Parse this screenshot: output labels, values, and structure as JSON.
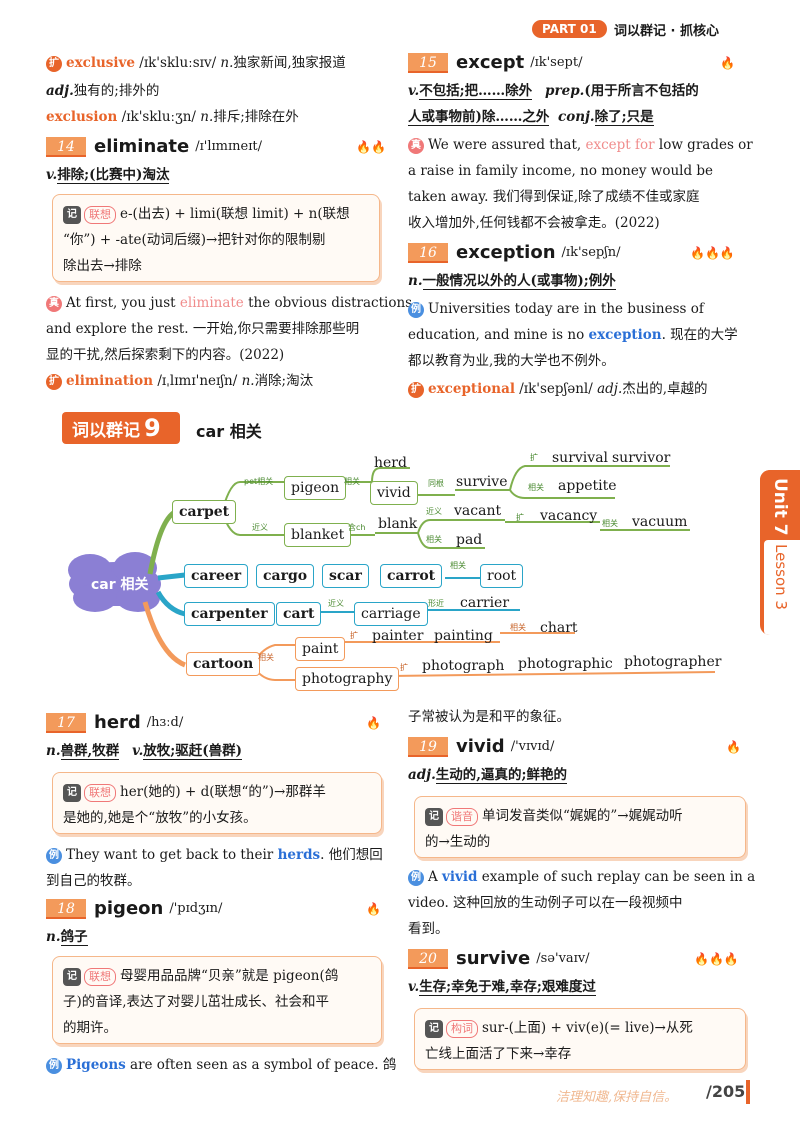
{
  "header": {
    "tag": "PART 01",
    "title": "词以群记 · 抓核心"
  },
  "side_tab": {
    "unit": "Unit 7",
    "lesson": "Lesson 3"
  },
  "left_top": {
    "exclusive": {
      "word": "exclusive",
      "ipa": "/ɪk'skluːsɪv/",
      "pos": "n.",
      "def": "独家新闻,独家报道",
      "adj_pos": "adj.",
      "adj_def": "独有的;排外的"
    },
    "exclusion": {
      "word": "exclusion",
      "ipa": "/ɪk'skluːʒn/",
      "pos": "n.",
      "def": "排斥;排除在外"
    }
  },
  "entries": {
    "e14": {
      "num": "14",
      "word": "eliminate",
      "ipa": "/ɪ'lɪmɪneɪt/",
      "def_pos": "v.",
      "def": "排除;(比赛中)淘汰",
      "mem_label": "联想",
      "mem": [
        "e-(出去) + limi(联想 limit) + n(联想",
        "“你”) + -ate(动词后缀)→把针对你的限制剔",
        "除出去→排除"
      ],
      "ex_pre": "At first, you just ",
      "ex_word": "eliminate",
      "ex_post": " the obvious distractions",
      "ex2": "and explore the rest. 一开始,你只需要排除那些明",
      "ex3": "显的干扰,然后探索剩下的内容。(2022)",
      "der_word": "elimination",
      "der_ipa": "/ɪˌlɪmɪ'neɪʃn/",
      "der_pos": "n.",
      "der_def": "消除;淘汰"
    },
    "e15": {
      "num": "15",
      "word": "except",
      "ipa": "/ɪk'sept/",
      "def1_pos": "v.",
      "def1": "不包括;把……除外",
      "def2_pos": "prep.",
      "def2": "(用于所言不包括的",
      "def3": "人或事物前)除……之外",
      "def4_pos": "conj.",
      "def4": "除了;只是",
      "ex1_pre": "We were assured that, ",
      "ex1_word": "except for",
      "ex1_post": " low grades or",
      "ex2": "a raise in family income, no money would be",
      "ex3": "taken away. 我们得到保证,除了成绩不佳或家庭",
      "ex4": "收入增加外,任何钱都不会被拿走。(2022)"
    },
    "e16": {
      "num": "16",
      "word": "exception",
      "ipa": "/ɪk'sepʃn/",
      "def_pos": "n.",
      "def": "一般情况以外的人(或事物);例外",
      "ex1": "Universities today are in the business of",
      "ex2_pre": "education, and mine is no ",
      "ex2_word": "exception",
      "ex2_post": ". 现在的大学",
      "ex3": "都以教育为业,我的大学也不例外。",
      "der_word": "exceptional",
      "der_ipa": "/ɪk'sepʃənl/",
      "der_pos": "adj.",
      "der_def": "杰出的,卓越的"
    },
    "e17": {
      "num": "17",
      "word": "herd",
      "ipa": "/hɜːd/",
      "def1_pos": "n.",
      "def1": "兽群,牧群",
      "def2_pos": "v.",
      "def2": "放牧;驱赶(兽群)",
      "mem_label": "联想",
      "mem": [
        "her(她的) + d(联想“的”)→那群羊",
        "是她的,她是个“放牧”的小女孩。"
      ],
      "ex_pre": "They want to get back to their ",
      "ex_word": "herds",
      "ex_post": ". 他们想回",
      "ex2": "到自己的牧群。"
    },
    "e18": {
      "num": "18",
      "word": "pigeon",
      "ipa": "/'pɪdʒɪn/",
      "def_pos": "n.",
      "def": "鸽子",
      "mem_label": "联想",
      "mem": [
        "母婴用品品牌“贝亲”就是 pigeon(鸽",
        "子)的音译,表达了对婴儿茁壮成长、社会和平",
        "的期许。"
      ],
      "ex_word": "Pigeons",
      "ex_post": " are often seen as a symbol of peace. 鸽",
      "ex2": "子常被认为是和平的象征。"
    },
    "e19": {
      "num": "19",
      "word": "vivid",
      "ipa": "/'vɪvɪd/",
      "def_pos": "adj.",
      "def": "生动的,逼真的;鲜艳的",
      "mem_label": "谐音",
      "mem": [
        "单词发音类似“娓娓的”→娓娓动听",
        "的→生动的"
      ],
      "ex_pre": "A ",
      "ex_word": "vivid",
      "ex_post": " example of such replay can be seen in a",
      "ex2": "video. 这种回放的生动例子可以在一段视频中",
      "ex3": "看到。"
    },
    "e20": {
      "num": "20",
      "word": "survive",
      "ipa": "/sə'vaɪv/",
      "def_pos": "v.",
      "def": "生存;幸免于难,幸存;艰难度过",
      "mem_label": "构词",
      "mem": [
        "sur-(上面) + viv(e)(= live)→从死",
        "亡线上面活了下来→幸存"
      ]
    }
  },
  "mindmap": {
    "section_label": "词以群记",
    "section_num": "9",
    "section_title": "car 相关",
    "center": "car 相关",
    "nodes": {
      "carpet": "carpet",
      "pigeon": "pigeon",
      "herd": "herd",
      "vivid": "vivid",
      "survive": "survive",
      "survival": "survival",
      "survivor": "survivor",
      "appetite": "appetite",
      "blanket": "blanket",
      "blank": "blank",
      "vacant": "vacant",
      "vacancy": "vacancy",
      "vacuum": "vacuum",
      "pad": "pad",
      "career": "career",
      "cargo": "cargo",
      "scar": "scar",
      "carrot": "carrot",
      "root": "root",
      "carpenter": "carpenter",
      "cart": "cart",
      "carriage": "carriage",
      "carrier": "carrier",
      "cartoon": "cartoon",
      "paint": "paint",
      "painter": "painter",
      "painting": "painting",
      "chart": "chart",
      "photography": "photography",
      "photograph": "photograph",
      "photographic": "photographic",
      "photographer": "photographer"
    },
    "links": {
      "pet": "pet相关",
      "rel": "相关",
      "syn": "近义",
      "homo": "同根",
      "expand": "扩",
      "opp": "含ch",
      "shape": "形近"
    }
  },
  "footer": {
    "slogan": "洁理知趣,保持自信。",
    "page": "/205"
  }
}
